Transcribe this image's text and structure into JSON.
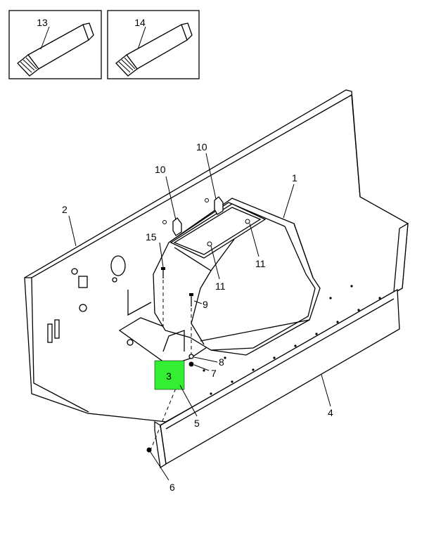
{
  "callouts": {
    "c13": "13",
    "c14": "14",
    "c10a": "10",
    "c10b": "10",
    "c1": "1",
    "c2": "2",
    "c15": "15",
    "c11a": "11",
    "c11b": "11",
    "c9": "9",
    "c8": "8",
    "c7": "7",
    "c3": "3",
    "c5": "5",
    "c4": "4",
    "c6": "6"
  },
  "highlight": {
    "color": "#33ee33",
    "label": "3"
  },
  "icons": [
    "sealant-tube-icon",
    "sealant-tube-icon"
  ]
}
